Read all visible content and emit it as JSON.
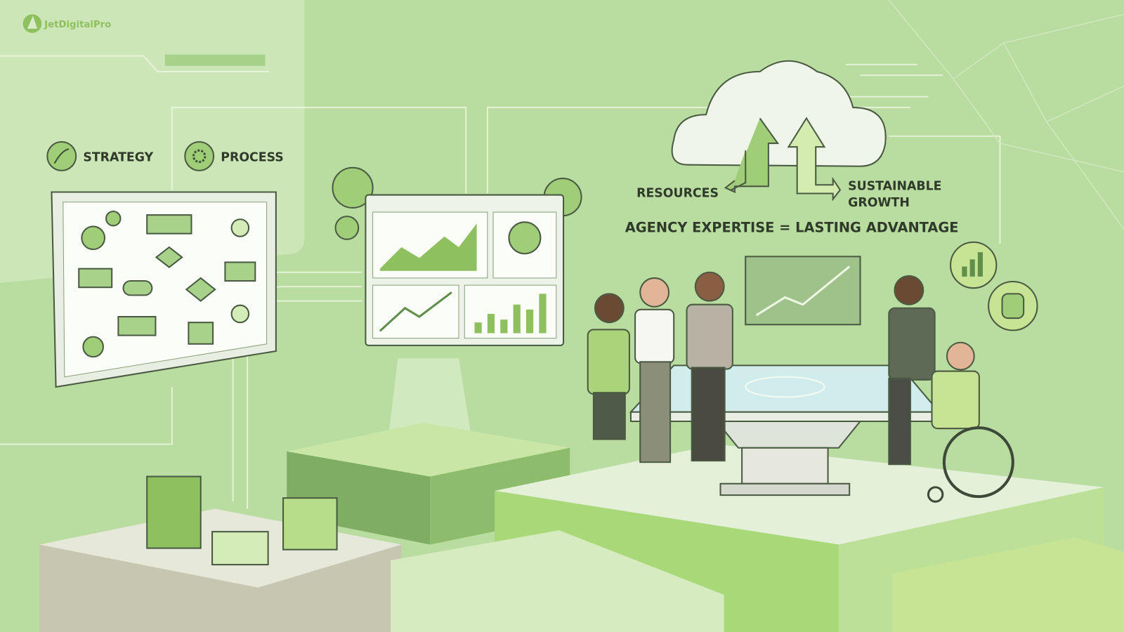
{
  "brand": {
    "logo_text": "JetDigitalPro",
    "logo_icon": "sail-leaf-logo"
  },
  "labels": {
    "strategy": "STRATEGY",
    "process": "PROCESS",
    "resources": "RESOURCES",
    "growth_line1": "SUSTAINABLE",
    "growth_line2": "GROWTH",
    "headline": "AGENCY EXPERTISE = LASTING ADVANTAGE"
  },
  "icons": {
    "strategy": "strategy-plan-icon",
    "process": "gear-icon",
    "cloud": "cloud-icon",
    "bar_chart": "bar-chart-icon",
    "database": "database-icon"
  },
  "colors": {
    "background": "#b9dca0",
    "accent_green": "#8fc060",
    "dark_green": "#5f8f4a",
    "text": "#2f3a2a"
  }
}
